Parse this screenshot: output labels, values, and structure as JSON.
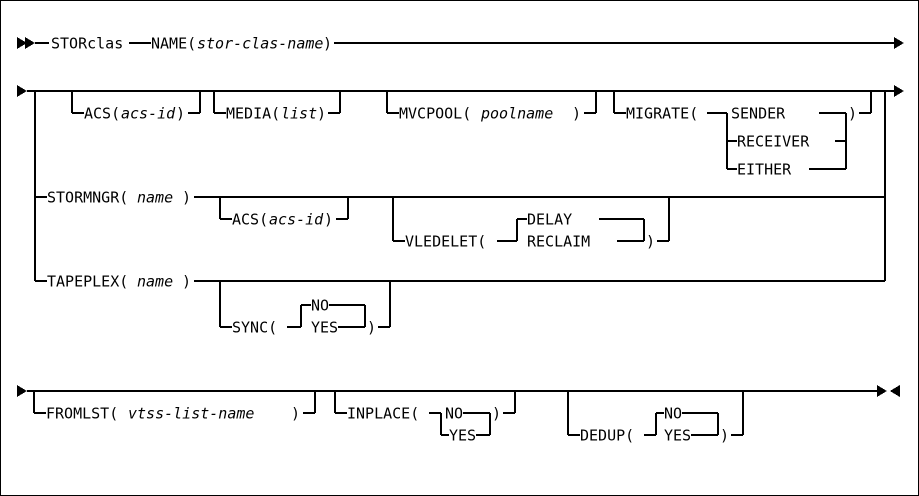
{
  "diagram": {
    "kind": "railroad-syntax-diagram",
    "title": "STORclas command syntax",
    "colors": {
      "line": "#000000",
      "background": "#ffffff",
      "text": "#000000"
    },
    "markers": {
      "start": "►►",
      "continue": "►",
      "end": "►◄"
    },
    "rows": [
      {
        "id": "row-1",
        "start_marker": "►►",
        "end_marker": "►",
        "items": [
          {
            "label": "STORclas",
            "kind": "keyword"
          },
          {
            "label": "NAME(",
            "kind": "keyword"
          },
          {
            "label": "stor-clas-name",
            "kind": "variable"
          },
          {
            "label": ")",
            "kind": "keyword"
          }
        ]
      },
      {
        "id": "row-2",
        "start_marker": "►",
        "end_marker": "►",
        "options": [
          {
            "label": "ACS(",
            "variable": "acs-id",
            "close": ")"
          },
          {
            "label": "MEDIA(",
            "variable": "list",
            "close": ")"
          },
          {
            "label": "MVCPOOL(",
            "variable": "poolname",
            "close": ")"
          },
          {
            "label": "MIGRATE(",
            "close": ")",
            "choices": [
              "SENDER",
              "RECEIVER",
              "EITHER"
            ],
            "default": "SENDER"
          }
        ],
        "alternatives": [
          {
            "label": "STORMNGR(",
            "variable": "name",
            "close": ")",
            "sub_options": [
              {
                "label": "ACS(",
                "variable": "acs-id",
                "close": ")"
              },
              {
                "label": "VLEDELET(",
                "close": ")",
                "choices": [
                  "DELAY",
                  "RECLAIM"
                ],
                "default": "DELAY"
              }
            ]
          },
          {
            "label": "TAPEPLEX(",
            "variable": "name",
            "close": ")",
            "sub_options": [
              {
                "label": "SYNC(",
                "close": ")",
                "choices": [
                  "NO",
                  "YES"
                ],
                "default": "NO"
              }
            ]
          }
        ]
      },
      {
        "id": "row-3",
        "start_marker": "►",
        "end_marker": "►◄",
        "options": [
          {
            "label": "FROMLST(",
            "variable": "vtss-list-name",
            "close": ")"
          },
          {
            "label": "INPLACE(",
            "close": ")",
            "choices": [
              "NO",
              "YES"
            ],
            "default": "NO"
          },
          {
            "label": "DEDUP(",
            "close": ")",
            "choices": [
              "NO",
              "YES"
            ],
            "default": "NO"
          }
        ]
      }
    ],
    "labels": {
      "storclas": "STORclas",
      "name_open": "NAME(",
      "name_var": "stor-clas-name",
      "paren_close": ")",
      "acs_open": "ACS(",
      "acs_var": "acs-id",
      "media_open": "MEDIA(",
      "media_var": "list",
      "mvcpool_open": "MVCPOOL(",
      "mvcpool_var": "poolname",
      "migrate_open": "MIGRATE(",
      "sender": "SENDER",
      "receiver": "RECEIVER",
      "either": "EITHER",
      "stormngr_open": "STORMNGR(",
      "stormngr_var": "name",
      "acs2_open": "ACS(",
      "acs2_var": "acs-id",
      "vledelet_open": "VLEDELET(",
      "delay": "DELAY",
      "reclaim": "RECLAIM",
      "tapeplex_open": "TAPEPLEX(",
      "tapeplex_var": "name",
      "sync_open": "SYNC(",
      "sync_no": "NO",
      "sync_yes": "YES",
      "fromlst_open": "FROMLST(",
      "fromlst_var": "vtss-list-name",
      "inplace_open": "INPLACE(",
      "inplace_no": "NO",
      "inplace_yes": "YES",
      "dedup_open": "DEDUP(",
      "dedup_no": "NO",
      "dedup_yes": "YES",
      "start_marker_1": "►►",
      "end_marker_1": "►",
      "start_marker_2": "►",
      "end_marker_2": "►",
      "start_marker_3": "►",
      "end_marker_3": "►◄"
    }
  }
}
